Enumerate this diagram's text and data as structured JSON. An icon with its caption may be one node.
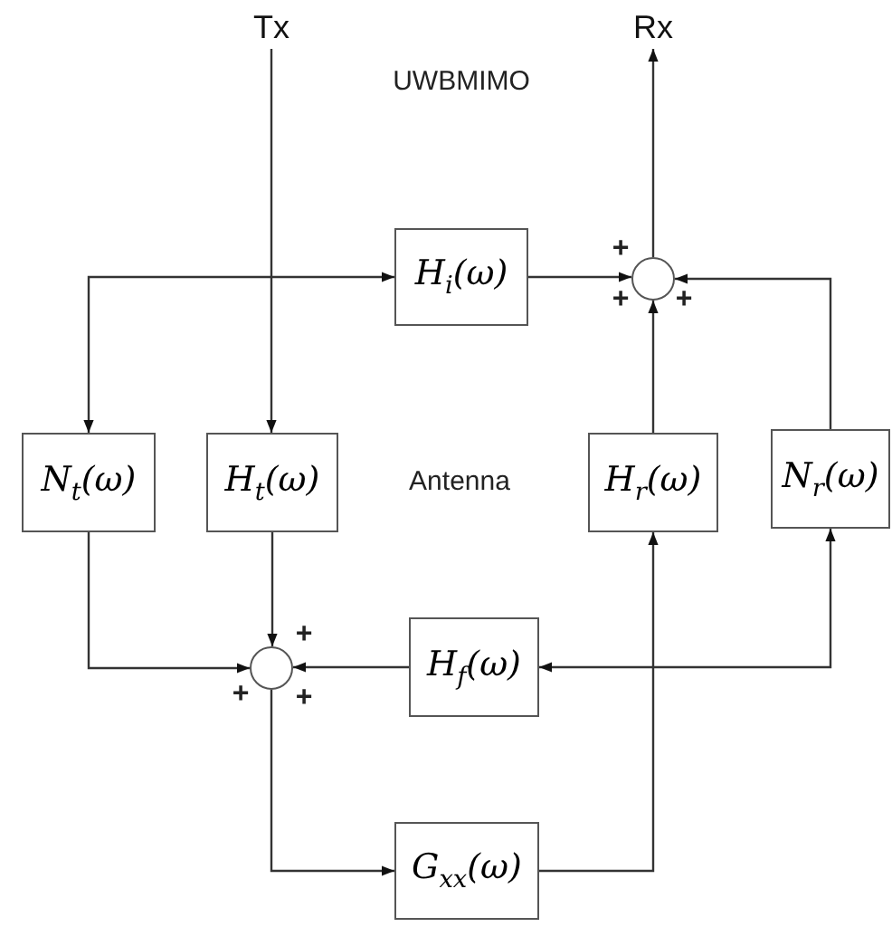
{
  "diagram": {
    "nodes": [
      {
        "text": [
          "Tx"
        ]
      },
      {
        "text": [
          "Rx"
        ]
      },
      {
        "text": [
          "H$_{i}$(ω)"
        ]
      },
      {
        "text": [],
        "shape": "circle"
      },
      {
        "text": [
          "N$_{t}$(ω)"
        ]
      },
      {
        "text": [
          "H$_{t}$(ω)"
        ]
      },
      {
        "text": [
          "H$_{r}$(ω)"
        ]
      },
      {
        "text": [
          "N$_{r}$(ω)"
        ]
      },
      {
        "text": [],
        "shape": "circle"
      },
      {
        "text": [
          "H$_{f}$(ω)"
        ]
      },
      {
        "text": [
          "G$_{xx}$(ω)"
        ]
      }
    ],
    "edges": [
      {
        "from": 0,
        "to": 5,
        "arrow": "to"
      },
      {
        "from": 3,
        "to": 1,
        "arrow": "to"
      },
      {
        "from": 2,
        "to": 3,
        "arrow": "to"
      },
      {
        "from": 6,
        "to": 3,
        "arrow": "to"
      },
      {
        "from": 7,
        "to": 3,
        "arrow": "to"
      },
      {
        "from": 4,
        "to": 8,
        "arrow": "to"
      },
      {
        "from": 5,
        "to": 8,
        "arrow": "to"
      },
      {
        "from": 9,
        "to": 8,
        "arrow": "to"
      },
      {
        "from": 8,
        "to": 10,
        "arrow": "to"
      },
      {
        "from": 10,
        "to": 6,
        "arrow": "to"
      },
      {
        "from": 4,
        "to": 2,
        "arrow": "both"
      },
      {
        "from": 7,
        "to": 9,
        "arrow": "both"
      }
    ],
    "labels": [
      "UWBMIMO",
      "+",
      "+",
      "+",
      "Antenna",
      "+",
      "+",
      "+"
    ]
  }
}
